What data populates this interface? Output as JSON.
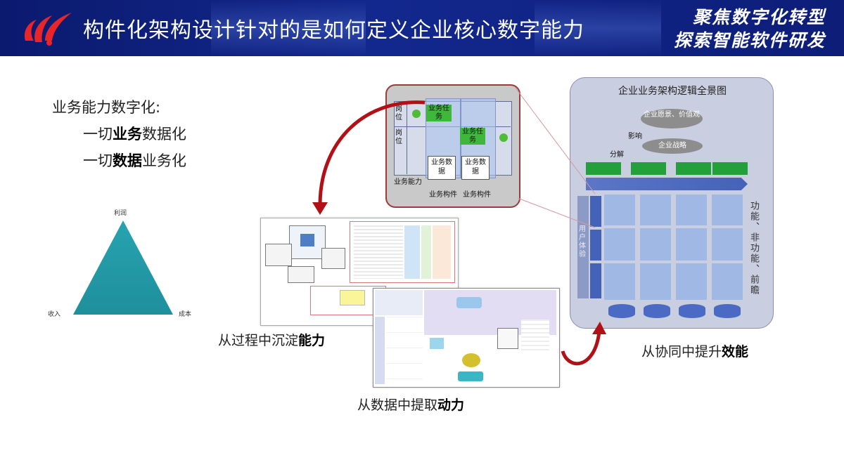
{
  "header": {
    "title": "构件化架构设计针对的是如何定义企业核心数字能力",
    "slogan_line1": "聚焦数字化转型",
    "slogan_line2": "探索智能软件研发"
  },
  "intro": {
    "heading": "业务能力数字化:",
    "line1_pre": "一切",
    "line1_bold": "业务",
    "line1_post": "数据化",
    "line2_pre": "一切",
    "line2_bold": "数据",
    "line2_post": "业务化"
  },
  "triangle": {
    "top": "利润",
    "left": "收入",
    "right": "成本",
    "color": "#2aa6b4"
  },
  "business_card": {
    "row1": "岗位",
    "row2": "岗位",
    "task1": "业务任务",
    "task2": "业务任务",
    "data1": "业务数据",
    "data2": "业务数据",
    "capability": "业务能力",
    "component1": "业务构件",
    "component2": "业务构件"
  },
  "architecture": {
    "title": "企业业务架构逻辑全景图",
    "vision": "企业愿景、价值观",
    "influence": "影响",
    "strategy": "企业战略",
    "decompose": "分解",
    "side_label": "用户体验",
    "right_label": "功能、非功能、前瞻"
  },
  "captions": {
    "process_pre": "从过程中沉淀",
    "process_bold": "能力",
    "data_pre": "从数据中提取",
    "data_bold": "动力",
    "collab_pre": "从协同中提升",
    "collab_bold": "效能"
  },
  "colors": {
    "banner": "#13288e",
    "arrow": "#b01016",
    "green": "#23a03a",
    "panel_bg": "#c9c9c9"
  }
}
